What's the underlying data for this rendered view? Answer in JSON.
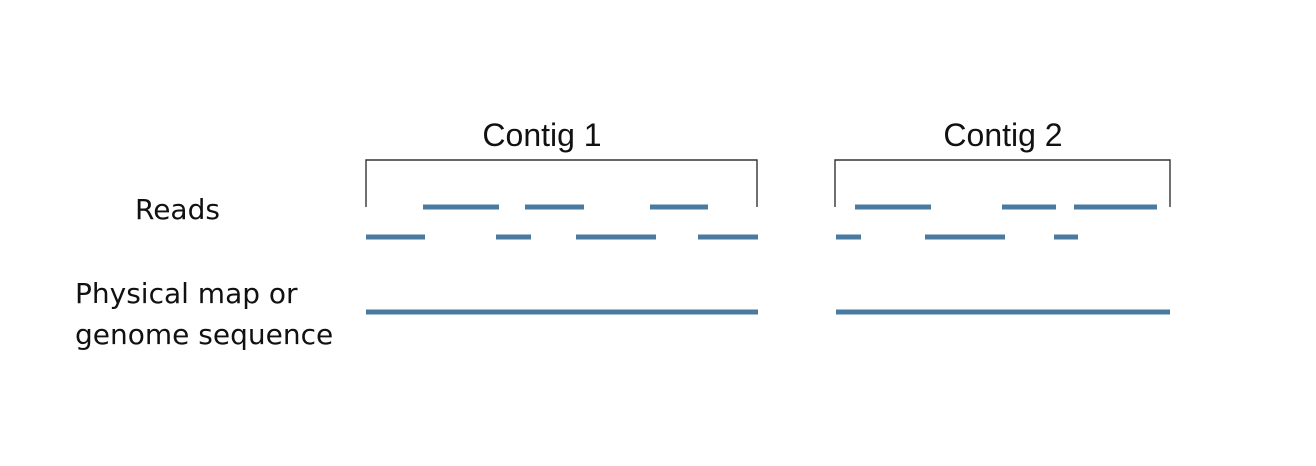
{
  "diagram": {
    "segment_color": "#4a7aa0",
    "bracket_color": "#333333",
    "labels": {
      "reads": "Reads",
      "physical_map": "Physical map or",
      "genome_sequence": "genome sequence"
    },
    "contigs": [
      {
        "id": "contig-1",
        "title": "Contig 1"
      },
      {
        "id": "contig-2",
        "title": "Contig 2"
      }
    ]
  }
}
